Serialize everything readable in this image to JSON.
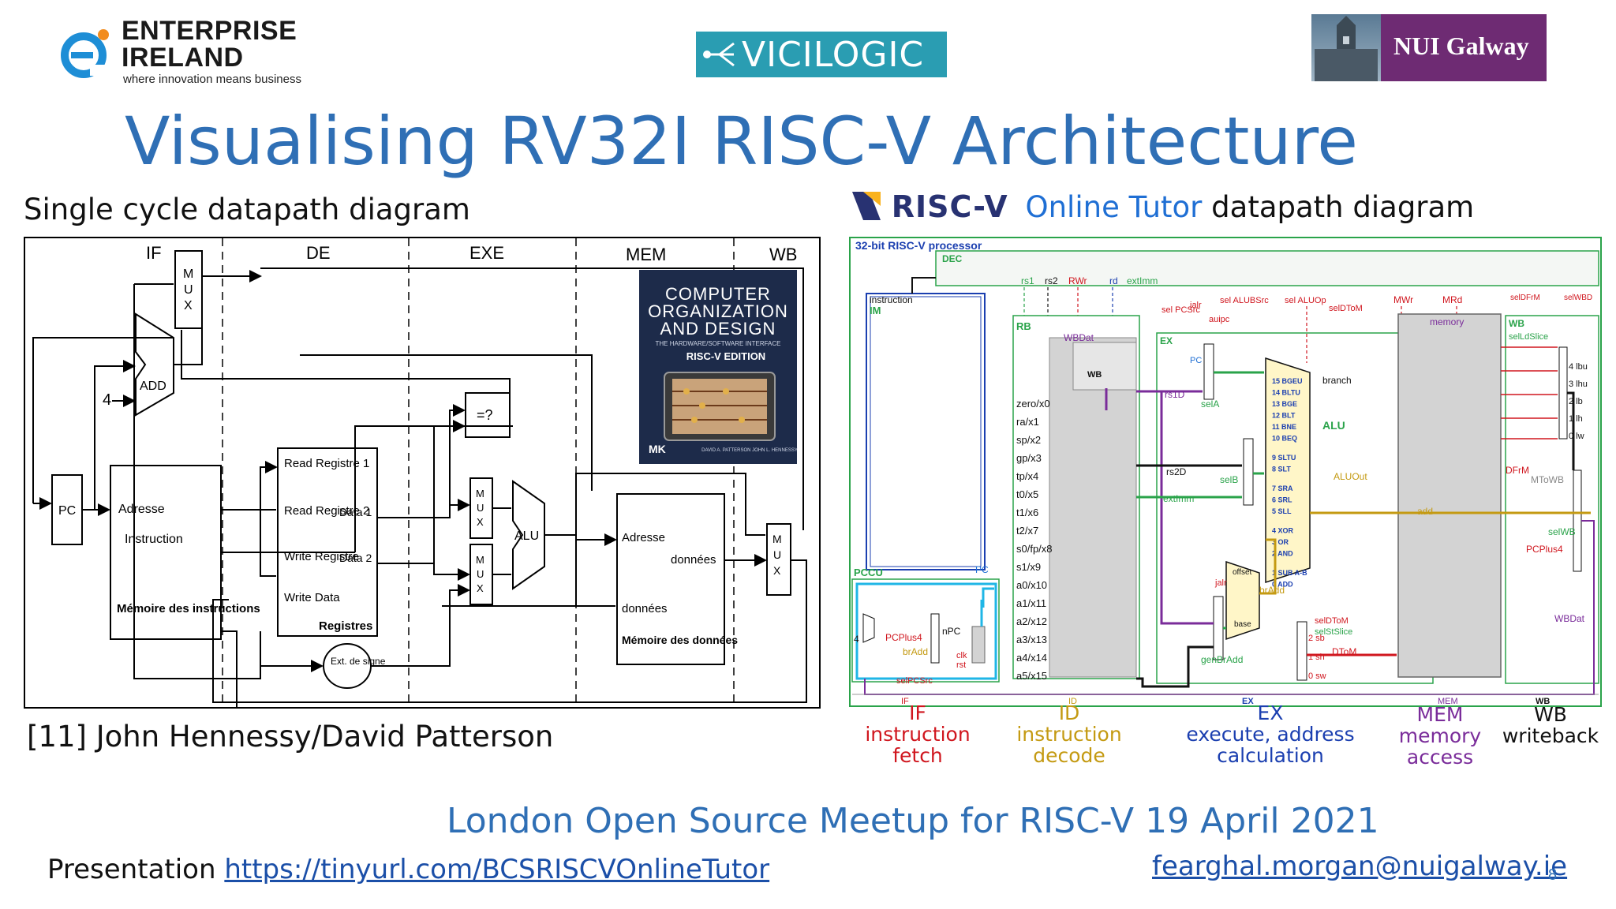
{
  "logos": {
    "enterprise_ireland": {
      "line1": "ENTERPRISE",
      "line2": "IRELAND",
      "tagline": "where innovation means business"
    },
    "vicilogic": "VICILOGIC",
    "nui_galway": "NUI Galway"
  },
  "title": "Visualising RV32I RISC-V Architecture",
  "left_panel": {
    "heading": "Single cycle datapath diagram",
    "stages": [
      "IF",
      "DE",
      "EXE",
      "MEM",
      "WB"
    ],
    "labels": {
      "mux": "M\nU\nX",
      "add": "ADD",
      "four": "4",
      "pc": "PC",
      "eq": "=?",
      "alu": "ALU",
      "imem_adresse": "Adresse",
      "imem_instruction": "Instruction",
      "imem_title": "Mémoire des instructions",
      "rf_read1": "Read Registre 1",
      "rf_read2": "Read Registre 2",
      "rf_write": "Write Registre",
      "rf_wdata": "Write Data",
      "rf_data1": "Data 1",
      "rf_data2": "Data 2",
      "rf_title": "Registres",
      "sign_ext": "Ext. de signe",
      "dmem_adresse": "Adresse",
      "dmem_donnees_out": "données",
      "dmem_donnees_in": "données",
      "dmem_title": "Mémoire des données"
    },
    "book": {
      "line1": "COMPUTER",
      "line2": "ORGANIZATION",
      "line3": "AND DESIGN",
      "line4": "THE HARDWARE/SOFTWARE INTERFACE",
      "edition": "RISC-V EDITION",
      "publisher": "MK",
      "authors": "DAVID A. PATTERSON  JOHN L. HENNESSY"
    },
    "credit": "[11] John Hennessy/David Patterson"
  },
  "right_panel": {
    "heading_logo": "RISC-V",
    "heading_highlight": "Online Tutor",
    "heading_rest": "datapath diagram",
    "processor_label": "32-bit RISC-V processor",
    "dec": "DEC",
    "top_signals": [
      "rs1",
      "rs2",
      "RWr",
      "rd",
      "extImm",
      "sel PCSrc",
      "jalr",
      "auipc",
      "sel ALUBSrc",
      "sel ALUOp",
      "selDToM",
      "MWr",
      "MRd",
      "selDFrM",
      "selWBD"
    ],
    "im_label": "instruction",
    "im_title": "IM",
    "rb_title": "RB",
    "wbdat": "WBDat",
    "wb_small": "WB",
    "registers": [
      "zero/x0",
      "ra/x1",
      "sp/x2",
      "gp/x3",
      "tp/x4",
      "t0/x5",
      "t1/x6",
      "t2/x7",
      "s0/fp/x8",
      "s1/x9",
      "a0/x10",
      "a1/x11",
      "a2/x12",
      "a3/x13",
      "a4/x14",
      "a5/x15"
    ],
    "ex_title": "EX",
    "alu_ops": [
      "15 BGEU",
      "14 BLTU",
      "13 BGE",
      "12 BLT",
      "11 BNE",
      "10 BEQ",
      "9 SLTU",
      "8 SLT",
      "7 SRA",
      "6 SRL",
      "5 SLL",
      "4 XOR",
      "3 OR",
      "2 AND",
      "1 SUB A-B",
      "0 ADD"
    ],
    "alu_title": "ALU",
    "branch": "branch",
    "aluout": "ALUOut",
    "rs1d": "rs1D",
    "rs2d": "rs2D",
    "selA": "selA",
    "selB": "selB",
    "extimm": "extImm",
    "pc": "PC",
    "offset": "offset",
    "base": "base",
    "jalr": "jalr",
    "bradd": "brAdd",
    "genbradd": "genBrAdd",
    "seldtom": "selDToM",
    "selstslice": "selStSlice",
    "dtom": "DToM",
    "sb": "2 sb",
    "sh": "1 sh",
    "sw": "0 sw",
    "memory": "memory",
    "add": "add",
    "wb_title": "WB",
    "selldslice": "selLdSlice",
    "ld_ops": [
      "4 lbu",
      "3 lhu",
      "2 lb",
      "1 lh",
      "0 lw"
    ],
    "dfrm": "DFrM",
    "mtowb": "MToWB",
    "selwb": "selWB",
    "pcplus4_wb": "PCPlus4",
    "wbdat_wb": "WBDat",
    "pccu": "PCCU",
    "pcplus4": "PCPlus4",
    "bradd_if": "brAdd",
    "npc": "nPC",
    "clk": "clk",
    "rst": "rst",
    "selpcsrc": "selPCSrc",
    "four": "4",
    "bottom_tabs": [
      "IF",
      "ID",
      "EX",
      "MEM",
      "WB"
    ]
  },
  "stage_captions": [
    {
      "abbr": "IF",
      "text": "instruction fetch",
      "color": "#d0161e"
    },
    {
      "abbr": "ID",
      "text": "instruction decode",
      "color": "#c49a12"
    },
    {
      "abbr": "EX",
      "text": "execute, address calculation",
      "color": "#1b3fb0"
    },
    {
      "abbr": "MEM",
      "text": "memory access",
      "color": "#7a2c9a"
    },
    {
      "abbr": "WB",
      "text": "writeback",
      "color": "#111111"
    }
  ],
  "footer": {
    "event": "London Open Source Meetup for RISC-V 19 April 2021",
    "presentation_label": "Presentation",
    "presentation_url": "https://tinyurl.com/BCSRISCVOnlineTutor",
    "email": "fearghal.morgan@nuigalway.ie",
    "page_number": "8"
  },
  "colors": {
    "title_blue": "#2f6fb5",
    "ei_blue": "#1e8ed6",
    "ei_orange": "#f28c1e",
    "vicilogic_teal": "#2a9db2",
    "nui_purple": "#6e2b73",
    "tutor_green": "#2aa34a",
    "if_red": "#d0161e",
    "id_gold": "#c49a12",
    "ex_blue": "#1b3fb0",
    "mem_purple": "#7a2c9a"
  }
}
